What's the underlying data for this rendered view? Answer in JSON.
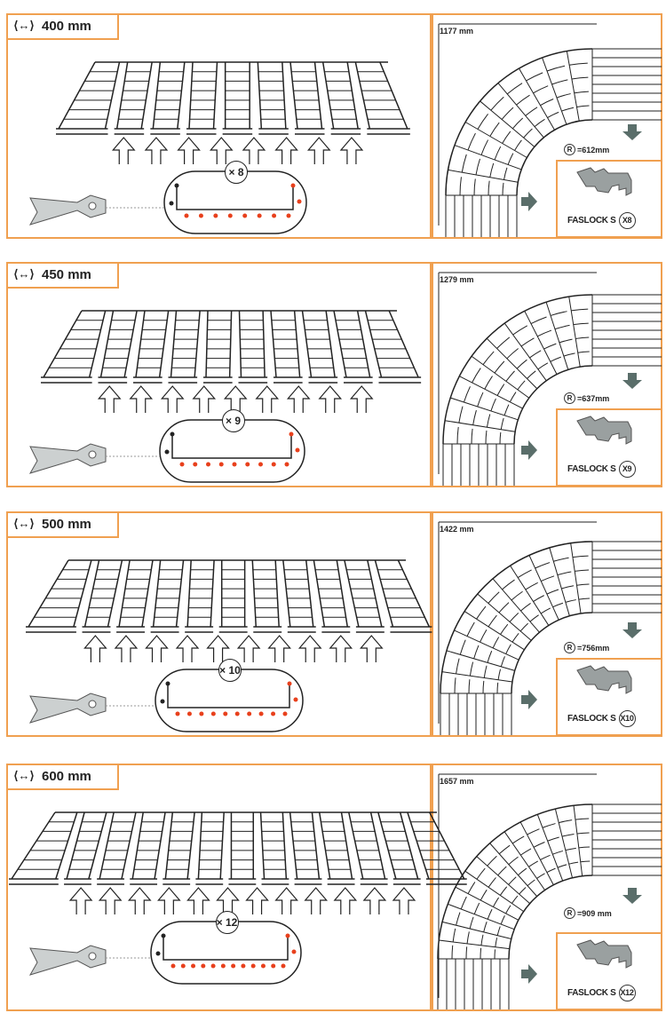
{
  "panels": [
    {
      "width": "400 mm",
      "count_label": "× 8",
      "cuts": 8,
      "length": "1177 mm",
      "radius_symbol": "R",
      "radius": "=612mm",
      "faslocks_label": "FASLOCK S",
      "faslocks_count": "X8"
    },
    {
      "width": "450 mm",
      "count_label": "× 9",
      "cuts": 9,
      "length": "1279 mm",
      "radius_symbol": "R",
      "radius": "=637mm",
      "faslocks_label": "FASLOCK S",
      "faslocks_count": "X9"
    },
    {
      "width": "500 mm",
      "count_label": "× 10",
      "cuts": 10,
      "length": "1422 mm",
      "radius_symbol": "R",
      "radius": "=756mm",
      "faslocks_label": "FASLOCK S",
      "faslocks_count": "X10"
    },
    {
      "width": "600 mm",
      "count_label": "× 12",
      "cuts": 12,
      "length": "1657 mm",
      "radius_symbol": "R",
      "radius": "=909 mm",
      "faslocks_label": "FASLOCK S",
      "faslocks_count": "X12"
    }
  ],
  "colors": {
    "border": "#f0a050",
    "accent": "#e8401c",
    "ink": "#222222",
    "arrow": "#5a6e6a"
  }
}
